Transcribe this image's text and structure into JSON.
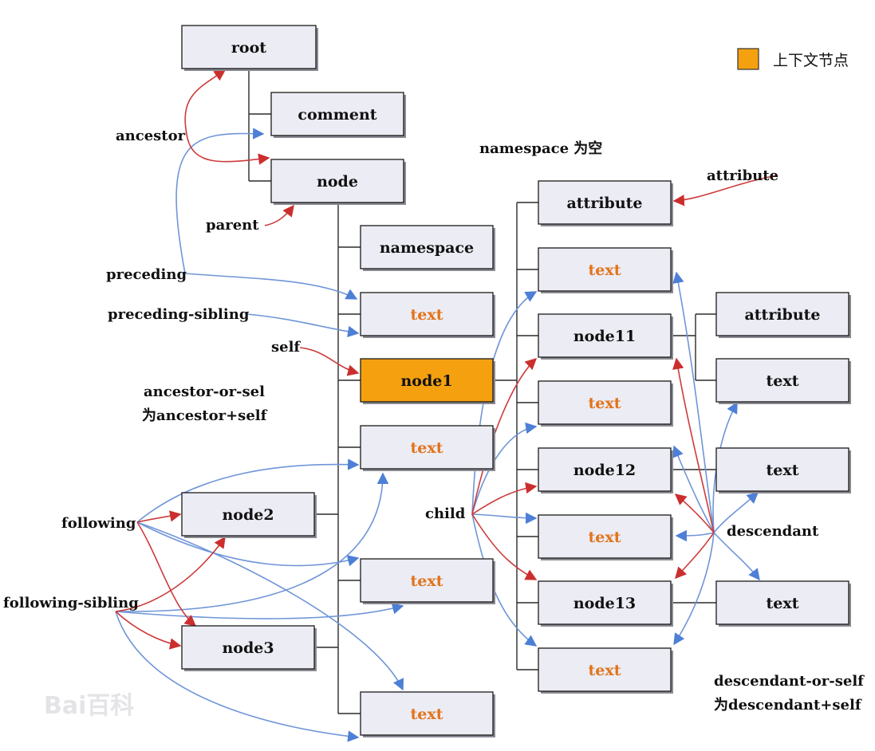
{
  "nodes": {
    "root": "root",
    "comment": "comment",
    "node": "node",
    "namespace": "namespace",
    "text_a": "text",
    "node1": "node1",
    "text_b": "text",
    "node2": "node2",
    "text_c": "text",
    "node3": "node3",
    "text_d": "text",
    "attribute_a": "attribute",
    "text_e": "text",
    "node11": "node11",
    "text_f": "text",
    "node12": "node12",
    "text_g": "text",
    "node13": "node13",
    "text_h": "text",
    "attribute_b": "attribute",
    "text_i": "text",
    "text_j": "text",
    "text_k": "text"
  },
  "legend": {
    "label": "上下文节点",
    "color": "#f5a10f"
  },
  "labels": {
    "ancestor": "ancestor",
    "parent": "parent",
    "preceding": "preceding",
    "preceding_sibling": "preceding-sibling",
    "self": "self",
    "ancestor_or_self_1": "ancestor-or-sel",
    "ancestor_or_self_2": "为ancestor+self",
    "following": "following",
    "following_sibling": "following-sibling",
    "namespace_note": "namespace  为空",
    "attribute": "attribute",
    "child": "child",
    "descendant": "descendant",
    "descendant_or_self_1": "descendant-or-self",
    "descendant_or_self_2": "为descendant+self"
  },
  "watermark": "Bai百科",
  "colors": {
    "arrow_blue": "#6f95d8",
    "arrow_red": "#cc3b3b",
    "text_orange": "#e2741a"
  }
}
